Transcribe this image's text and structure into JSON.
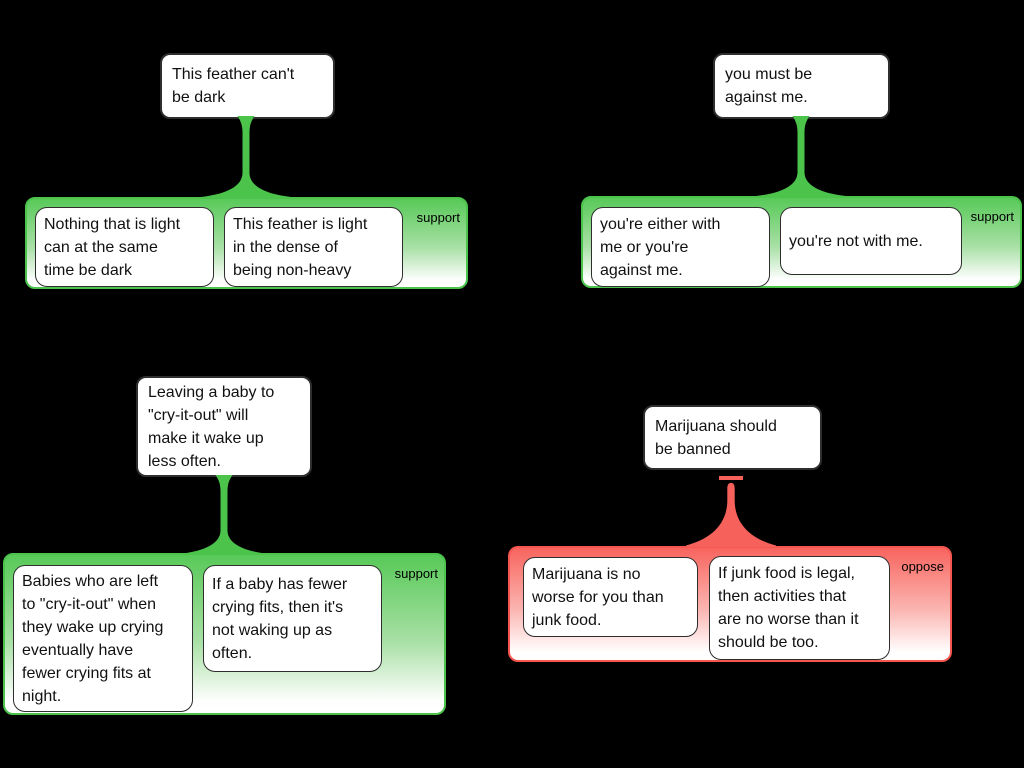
{
  "diagram": {
    "background_color": "#000000",
    "support_color": "#4CC44C",
    "oppose_color": "#F7615B",
    "node_fill": "#FFFFFF",
    "node_border": "#2E2E2E"
  },
  "arguments": [
    {
      "claim": "This feather can't\nbe dark",
      "relation": "support",
      "relation_label": "support",
      "premises": [
        "Nothing that is light\ncan at the same\ntime be dark",
        "This feather is light\nin the dense of\nbeing non-heavy"
      ]
    },
    {
      "claim": "you must be\nagainst me.",
      "relation": "support",
      "relation_label": "support",
      "premises": [
        "you're either with\nme or you're\nagainst me.",
        "you're not with me."
      ]
    },
    {
      "claim": "Leaving a baby to\n\"cry-it-out\" will\nmake it wake up\nless often.",
      "relation": "support",
      "relation_label": "support",
      "premises": [
        "Babies who are left\nto \"cry-it-out\" when\nthey wake up crying\neventually have\nfewer crying fits at\nnight.",
        "If a baby has fewer\ncrying fits, then it's\nnot waking up as\noften."
      ]
    },
    {
      "claim": "Marijuana should\nbe banned",
      "relation": "oppose",
      "relation_label": "oppose",
      "premises": [
        "Marijuana is no\nworse for you than\njunk food.",
        "If junk food is legal,\nthen activities that\nare no worse than it\nshould be too."
      ]
    }
  ]
}
